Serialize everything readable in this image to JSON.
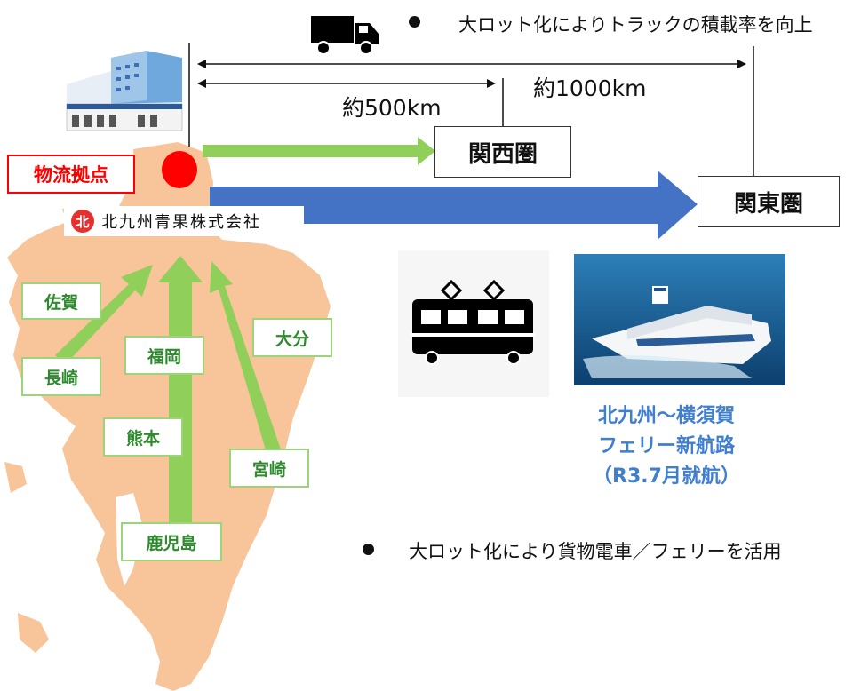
{
  "bullets": {
    "truck": "大ロット化によりトラックの積載率を向上",
    "rail_ferry": "大ロット化により貨物電車／フェリーを活用"
  },
  "distances": {
    "d500": "約500km",
    "d1000": "約1000km"
  },
  "destinations": {
    "kansai": "関西圏",
    "kanto": "関東圏"
  },
  "hub": {
    "label": "物流拠点",
    "company_mark": "北",
    "company_name": "北九州青果株式会社"
  },
  "origins": {
    "saga": "佐賀",
    "nagasaki": "長崎",
    "fukuoka": "福岡",
    "oita": "大分",
    "kumamoto": "熊本",
    "miyazaki": "宮崎",
    "kagoshima": "鹿児島"
  },
  "ferry": {
    "line1": "北九州～横須賀",
    "line2": "フェリー新航路",
    "line3": "（R3.7月就航）"
  },
  "colors": {
    "green_arrow": "#8fcf5a",
    "blue_arrow": "#4472c4",
    "kyushu": "#f8c49a",
    "hub_red": "#ff0000",
    "ferry_text": "#3f7fd0"
  },
  "icons": {
    "truck": "truck-icon",
    "train": "train-icon",
    "warehouse": "warehouse-icon",
    "ship": "ship-photo"
  }
}
